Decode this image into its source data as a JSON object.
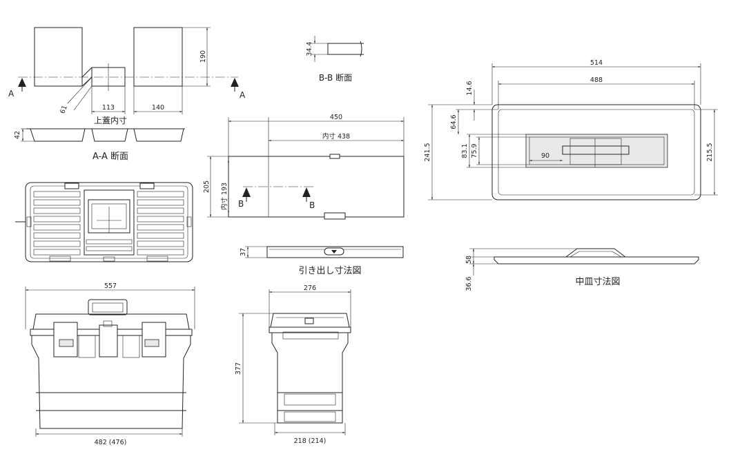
{
  "lid_view": {
    "dim_height": "190",
    "dim_inner_width": "113",
    "dim_right_width": "140",
    "dim_offset": "61",
    "caption": "上蓋内寸",
    "section_mark_left": "A",
    "section_mark_right": "A"
  },
  "lid_section": {
    "dim_height": "42",
    "caption": "A-A 断面"
  },
  "bb_section": {
    "dim_height": "34.4",
    "caption": "B-B 断面"
  },
  "drawer": {
    "dim_outer_width": "450",
    "dim_inner_width": "内寸 438",
    "dim_height": "205",
    "dim_inner_height": "内寸 193",
    "section_mark_left": "B",
    "section_mark_right": "B",
    "dim_side_height": "37",
    "caption": "引き出し寸法図"
  },
  "tray": {
    "dim_outer_width": "514",
    "dim_inner_width": "488",
    "dim_top_gap": "14.6",
    "dim_upper_section": "64.6",
    "dim_height_left": "241.5",
    "dim_compartment": "83.1",
    "dim_compartment_inner": "75.9",
    "dim_handle_offset": "90",
    "dim_height_right": "215.5",
    "dim_side_height": "58",
    "dim_side_depth": "36.6",
    "caption": "中皿寸法図"
  },
  "front_view": {
    "dim_top_width": "557",
    "dim_bottom_width": "482 (476)"
  },
  "side_view": {
    "dim_top_width": "276",
    "dim_height": "377",
    "dim_bottom_width": "218 (214)"
  }
}
